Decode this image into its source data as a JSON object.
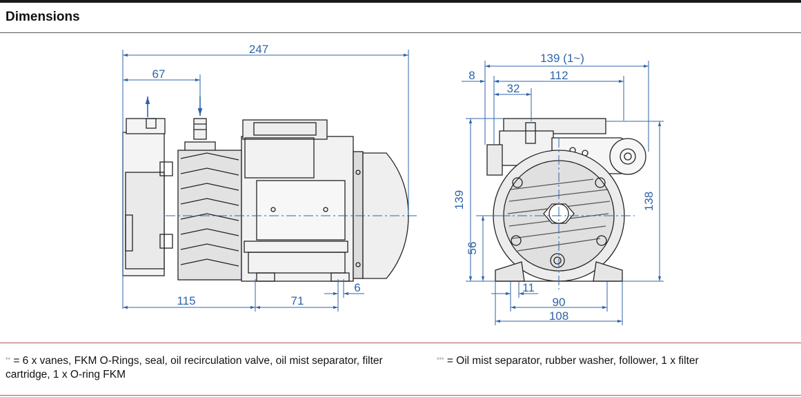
{
  "header": {
    "title": "Dimensions"
  },
  "side_view": {
    "dim_overall_length": "247",
    "dim_inlet_offset": "67",
    "dim_pump_section": "115",
    "dim_foot_spacing": "71",
    "dim_foot_width": "6"
  },
  "front_view": {
    "dim_overall_width": "139 (1~)",
    "dim_offset_left": "8",
    "dim_body_width": "112",
    "dim_port_offset": "32",
    "dim_height_total": "139",
    "dim_height_body": "138",
    "dim_axis_height": "56",
    "dim_slot": "11",
    "dim_hole_spacing": "90",
    "dim_base_width": "108"
  },
  "colors": {
    "dimension": "#2f63a8",
    "drawing": "#222222",
    "rule": "#b0555a"
  },
  "footnotes": {
    "note_one_marker": "**",
    "note_one_text": "= 6 x vanes, FKM O-Rings, seal, oil recirculation valve, oil mist separator, filter",
    "note_one_continuation": "cartridge, 1 x O-ring FKM",
    "note_two_marker": "***",
    "note_two_text": "= Oil mist separator, rubber washer, follower, 1 x filter"
  }
}
